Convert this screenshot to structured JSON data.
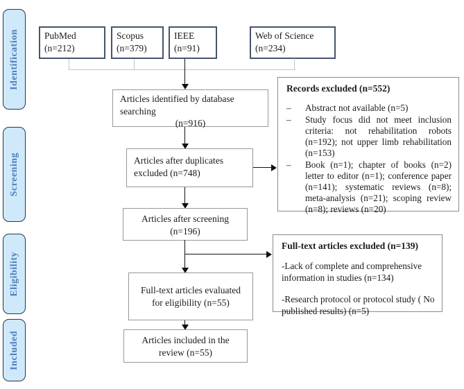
{
  "stages": [
    {
      "label": "Identification"
    },
    {
      "label": "Screening"
    },
    {
      "label": "Eligibility"
    },
    {
      "label": "Included"
    }
  ],
  "sources": [
    {
      "name": "PubMed",
      "count": "(n=212)"
    },
    {
      "name": "Scopus",
      "count": "(n=379)"
    },
    {
      "name": "IEEE",
      "count": "(n=91)"
    },
    {
      "name": "Web of Science",
      "count": "(n=234)"
    }
  ],
  "flow": {
    "identified": {
      "title": "Articles identified by database searching",
      "count": "(n=916)"
    },
    "duplicates": {
      "text": "Articles after duplicates excluded (n=748)"
    },
    "screened": {
      "text": "Articles after screening\n(n=196)"
    },
    "fulltext": {
      "text": "Full-text articles evaluated\nfor eligibility (n=55)"
    },
    "included": {
      "text": "Articles included in the\nreview (n=55)"
    }
  },
  "records_excluded": {
    "title": "Records excluded (n=552)",
    "bullet": "–",
    "items": [
      "Abstract not available (n=5)",
      "Study focus did not meet inclusion criteria: not rehabilitation robots (n=192); not upper limb rehabilitation (n=153)",
      "Book (n=1); chapter of books (n=2) letter to editor (n=1); conference paper (n=141); systematic reviews (n=8); meta-analysis (n=21); scoping review (n=8); reviews (n=20)"
    ]
  },
  "fulltext_excluded": {
    "title": "Full-text articles excluded (n=139)",
    "items": [
      "-Lack of complete and comprehensive information in studies (n=134)",
      "-Research protocol or protocol study ( No published results) (n=5)"
    ]
  },
  "colors": {
    "stage_fill": "#cfe9fa",
    "stage_text": "#4a7ebd",
    "source_border": "#44546a",
    "flow_border": "#979797",
    "connector_blue": "#b3c8da",
    "line_black": "#111111"
  }
}
